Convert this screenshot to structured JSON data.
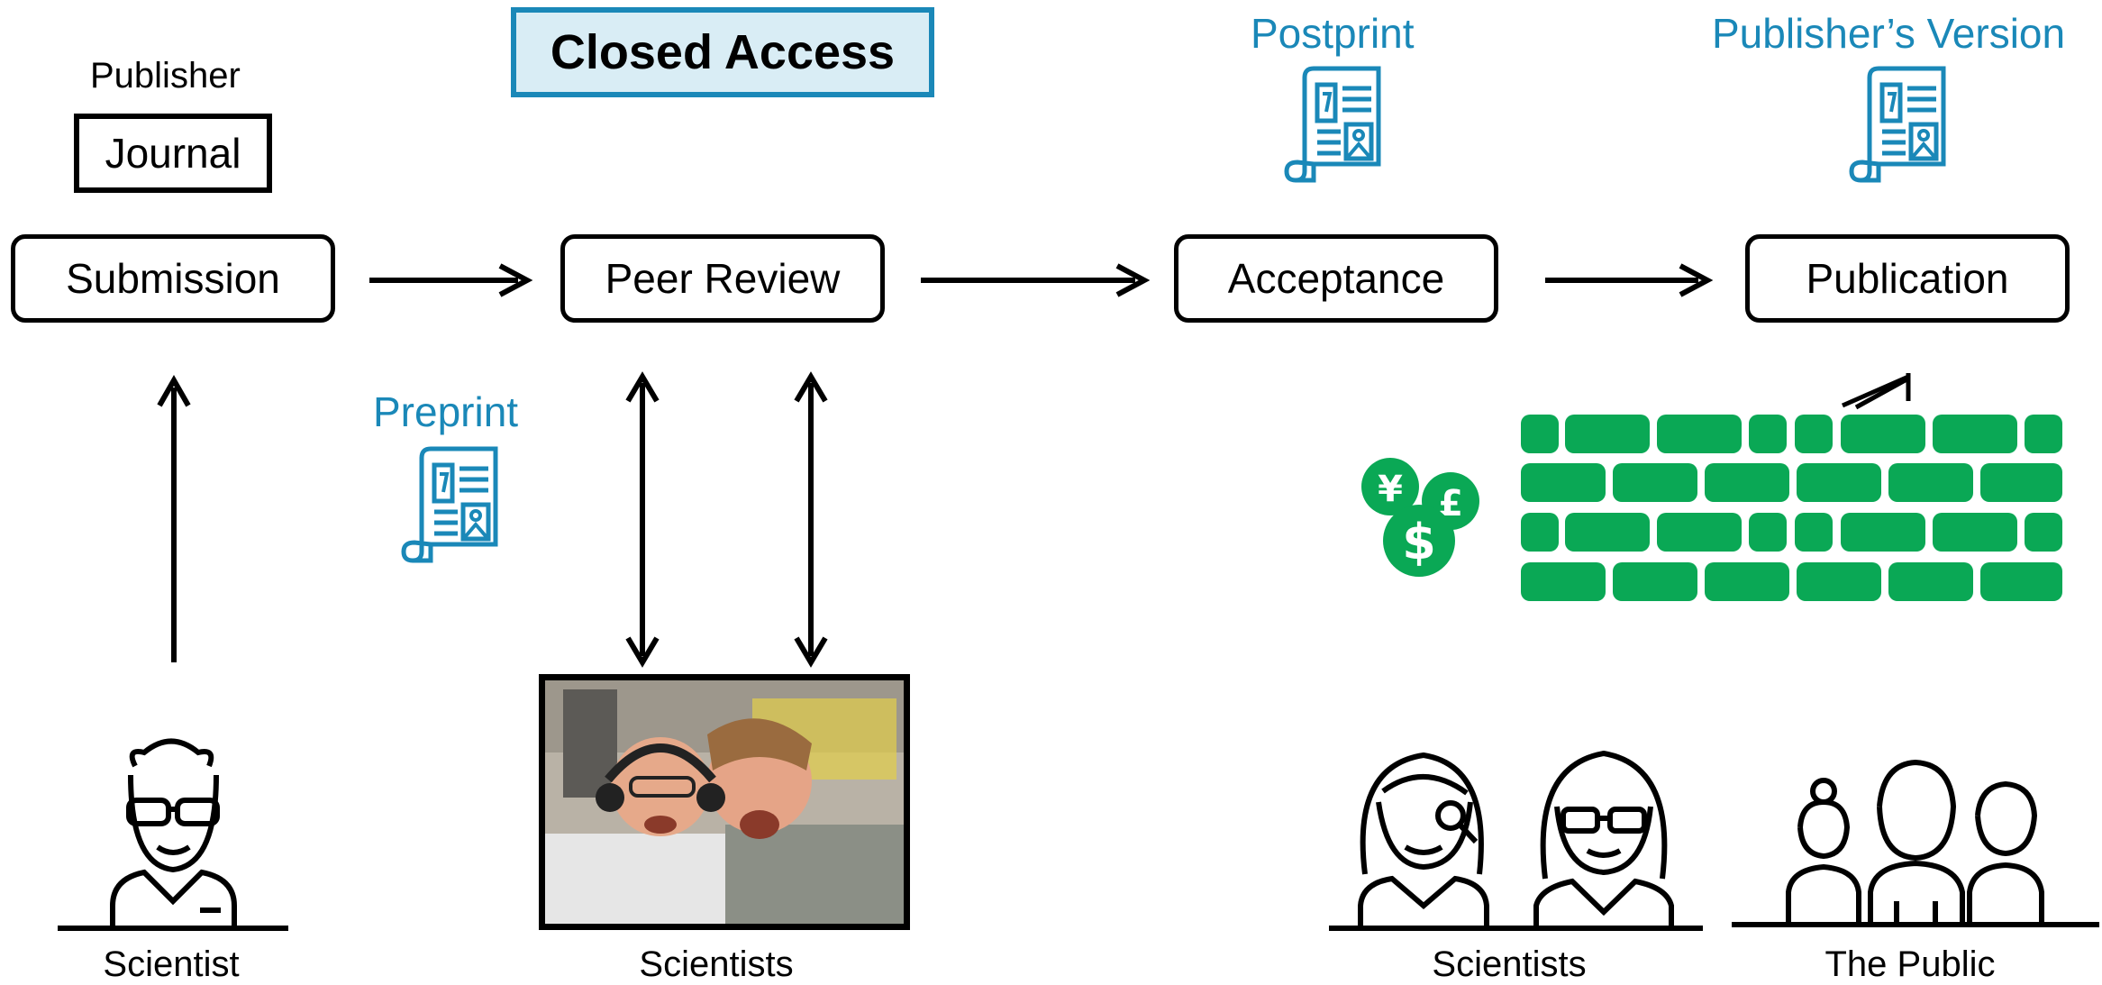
{
  "header": {
    "closed_access": "Closed Access",
    "publisher": "Publisher",
    "journal": "Journal"
  },
  "stages": {
    "submission": "Submission",
    "peer_review": "Peer Review",
    "acceptance": "Acceptance",
    "publication": "Publication"
  },
  "versions": {
    "preprint": "Preprint",
    "postprint": "Postprint",
    "publishers_version": "Publisher’s Version"
  },
  "captions": {
    "scientist": "Scientist",
    "scientists_review": "Scientists",
    "scientists_read": "Scientists",
    "public": "The Public"
  },
  "icons": {
    "document": "document-scroll-icon",
    "currency": "currency-coins-icon",
    "paywall": "brick-wall-icon",
    "scientist": "scientist-icon",
    "photo": "reviewers-photo",
    "public": "public-group-icon"
  },
  "colors": {
    "accent_blue": "#1a88b8",
    "closed_fill": "#d9edf5",
    "wall_green": "#0aa855"
  }
}
